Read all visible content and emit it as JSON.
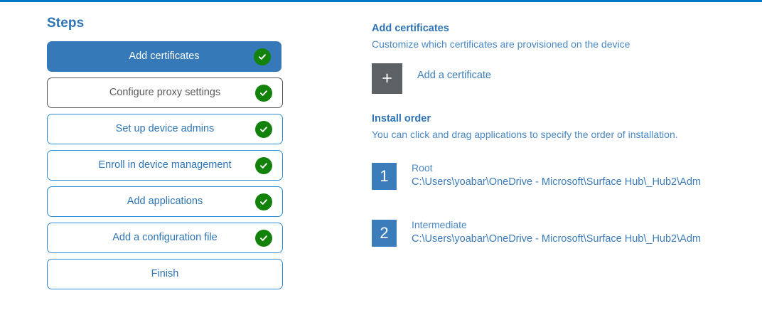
{
  "accent": {
    "top_rule": "#0078c8",
    "primary_blue": "#3579b8",
    "link_blue": "#2e74b5",
    "check_green": "#13820a",
    "tile_gray": "#5c6166"
  },
  "steps": {
    "title": "Steps",
    "items": [
      {
        "label": "Add certificates",
        "state": "active",
        "complete": true
      },
      {
        "label": "Configure proxy settings",
        "state": "hover",
        "complete": true
      },
      {
        "label": "Set up device admins",
        "state": "normal",
        "complete": true
      },
      {
        "label": "Enroll in device management",
        "state": "normal",
        "complete": true
      },
      {
        "label": "Add applications",
        "state": "normal",
        "complete": true
      },
      {
        "label": "Add a configuration file",
        "state": "normal",
        "complete": true
      },
      {
        "label": "Finish",
        "state": "normal",
        "complete": false
      }
    ]
  },
  "detail": {
    "heading": "Add certificates",
    "description": "Customize which certificates are provisioned on the device",
    "add_certificate": {
      "icon": "plus-icon",
      "glyph": "+",
      "label": "Add a certificate"
    },
    "install_order": {
      "heading": "Install order",
      "description": "You can click and drag applications to specify the order of installation.",
      "items": [
        {
          "number": "1",
          "name": "Root",
          "path": "C:\\Users\\yoabar\\OneDrive - Microsoft\\Surface Hub\\_Hub2\\Adm"
        },
        {
          "number": "2",
          "name": "Intermediate",
          "path": "C:\\Users\\yoabar\\OneDrive - Microsoft\\Surface Hub\\_Hub2\\Adm"
        }
      ]
    }
  }
}
